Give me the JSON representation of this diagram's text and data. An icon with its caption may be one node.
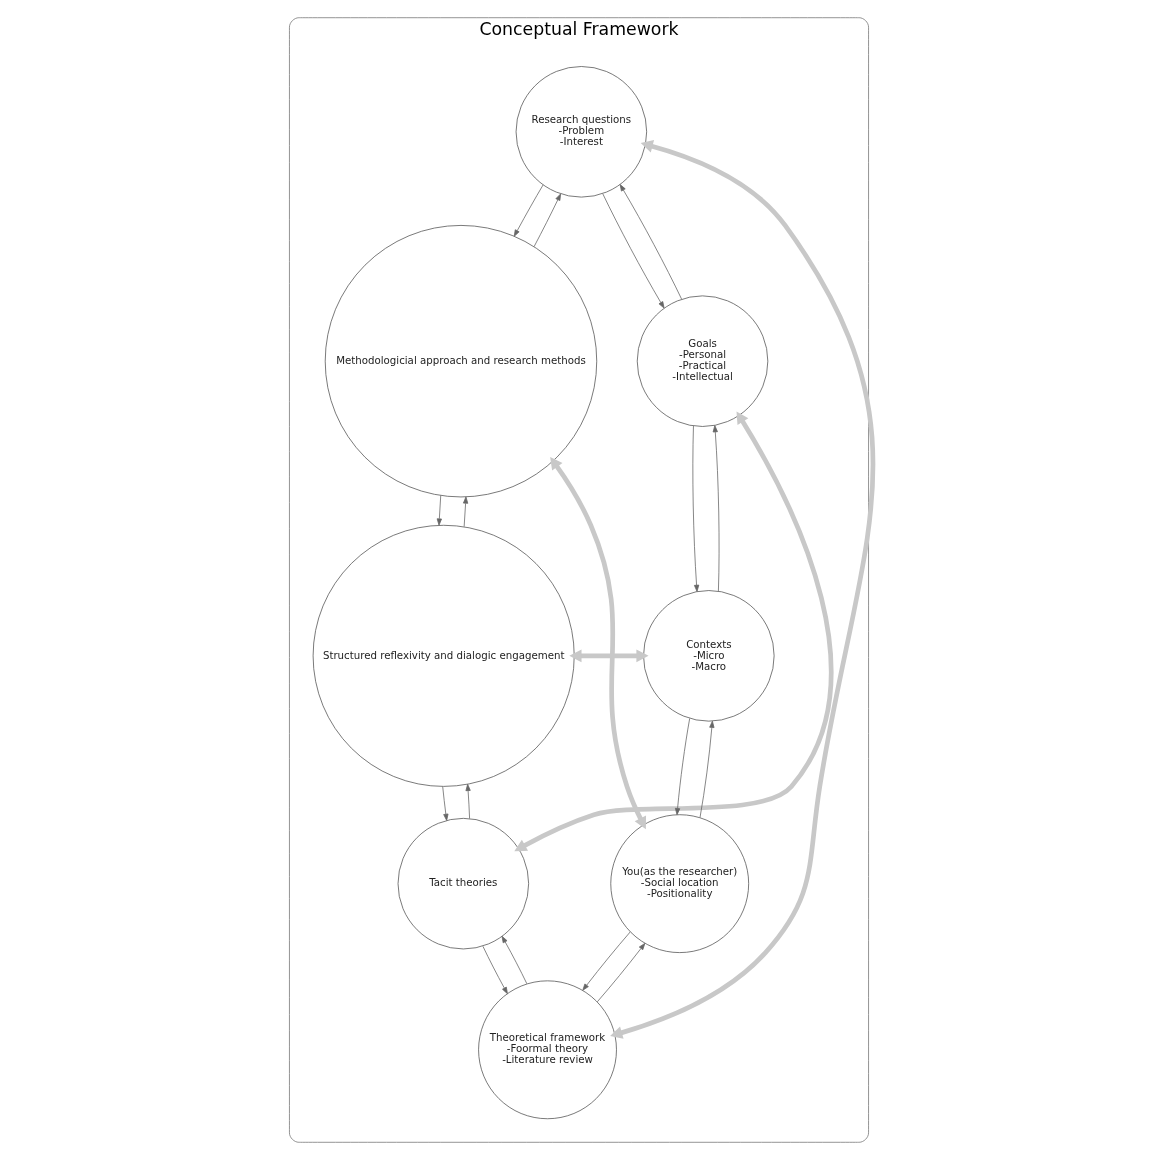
{
  "diagram": {
    "nodes": [
      {
        "text": [
          "Conceptual Framework"
        ]
      },
      {
        "text": [
          "Research questions",
          "-Problem",
          "-Interest"
        ],
        "in": 0
      },
      {
        "text": [
          "Goals",
          "-Personal",
          "-Practical",
          "-Intellectual"
        ],
        "in": 0
      },
      {
        "text": [
          "Contexts",
          "-Micro",
          "-Macro"
        ],
        "in": 0
      },
      {
        "text": [
          "You(as the researcher)",
          "-Social location",
          "-Positionality"
        ],
        "in": 0
      },
      {
        "text": [
          "Theoretical framework",
          "-Foormal theory",
          "-Literature review"
        ],
        "in": 0
      },
      {
        "text": [
          "Tacit theories"
        ],
        "in": 0
      },
      {
        "text": [
          "Structured reflexivity and dialogic engagement"
        ],
        "in": 0
      },
      {
        "text": [
          "Methodologicial approach and research methods"
        ],
        "in": 0
      }
    ],
    "edges": [
      {
        "from": 8,
        "to": 1,
        "arrow": "to"
      },
      {
        "from": 1,
        "to": 8,
        "arrow": "to"
      },
      {
        "from": 1,
        "to": 2,
        "arrow": "to"
      },
      {
        "from": 2,
        "to": 1,
        "arrow": "to"
      },
      {
        "from": 2,
        "to": 3,
        "arrow": "to"
      },
      {
        "from": 3,
        "to": 2,
        "arrow": "to"
      },
      {
        "from": 3,
        "to": 4,
        "arrow": "to"
      },
      {
        "from": 4,
        "to": 3,
        "arrow": "to"
      },
      {
        "from": 5,
        "to": 4,
        "arrow": "to"
      },
      {
        "from": 4,
        "to": 5,
        "arrow": "to"
      },
      {
        "from": 6,
        "to": 5,
        "arrow": "to"
      },
      {
        "from": 5,
        "to": 6,
        "arrow": "to"
      },
      {
        "from": 7,
        "to": 6,
        "arrow": "to"
      },
      {
        "from": 6,
        "to": 7,
        "arrow": "to"
      },
      {
        "from": 8,
        "to": 7,
        "arrow": "to"
      },
      {
        "from": 7,
        "to": 8,
        "arrow": "to"
      },
      {
        "from": 1,
        "to": 5,
        "arrow": "both",
        "style": "thick",
        "color": "#c8c8c8"
      },
      {
        "from": 7,
        "to": 3,
        "arrow": "both",
        "style": "thick",
        "color": "#c8c8c8"
      },
      {
        "from": 8,
        "to": 4,
        "arrow": "both",
        "style": "thick",
        "color": "#c8c8c8"
      },
      {
        "from": 2,
        "to": 6,
        "arrow": "both",
        "style": "thick",
        "color": "#c8c8c8"
      }
    ]
  }
}
